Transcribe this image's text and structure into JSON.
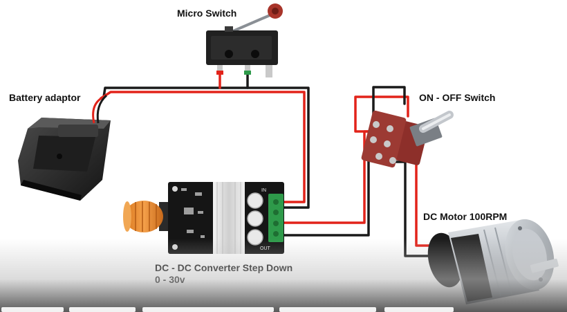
{
  "labels": {
    "micro_switch": "Micro Switch",
    "battery_adaptor": "Battery adaptor",
    "on_off_switch": "ON - OFF Switch",
    "dc_motor": "DC Motor 100RPM",
    "converter_line1": "DC - DC Converter Step Down",
    "converter_line2": "0 - 30v"
  },
  "components": {
    "converter_terminals": [
      "IN",
      "OUT"
    ]
  },
  "colors": {
    "wire_red": "#e2231a",
    "wire_black": "#1a1a1a",
    "switch_body": "#9c3a33",
    "pcb": "#151515",
    "terminal_block": "#2e9a4a",
    "knob": "#e7892b",
    "motor_metal": "#b9bec4"
  },
  "icons": [
    "micro-switch-icon",
    "battery-adaptor-icon",
    "toggle-switch-icon",
    "converter-board-icon",
    "dc-motor-icon"
  ]
}
